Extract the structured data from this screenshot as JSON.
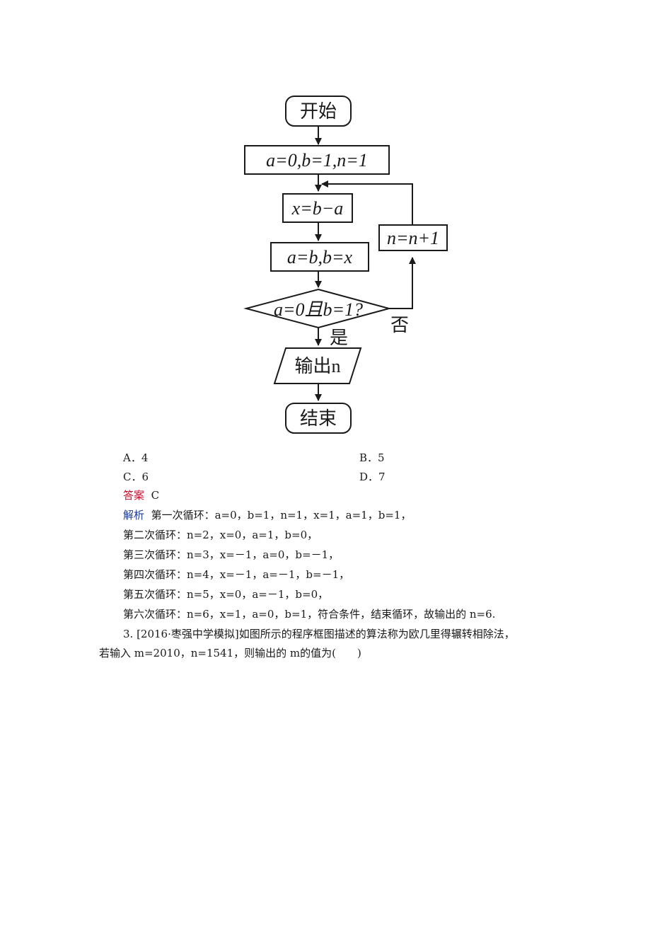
{
  "flowchart": {
    "start": "开始",
    "init": "a=0,b=1,n=1",
    "step_x": "x=b−a",
    "assign": "a=b,b=x",
    "condition": "a=0且b=1?",
    "increment": "n=n+1",
    "yes_label": "是",
    "no_label": "否",
    "output": "输出n",
    "end": "结束"
  },
  "options": [
    {
      "letter": "A．",
      "value": "4"
    },
    {
      "letter": "B．",
      "value": "5"
    },
    {
      "letter": "C．",
      "value": "6"
    },
    {
      "letter": "D．",
      "value": "7"
    }
  ],
  "answer": {
    "label": "答案",
    "value": "C"
  },
  "analysis": {
    "label": "解析",
    "lines": [
      "第一次循环：a=0，b=1，n=1，x=1，a=1，b=1，",
      "第二次循环：n=2，x=0，a=1，b=0，",
      "第三次循环：n=3，x=－1，a=0，b=－1，",
      "第四次循环：n=4，x=－1，a=－1，b=－1，",
      "第五次循环：n=5，x=0，a=－1，b=0，",
      "第六次循环：n=6，x=1，a=0，b=1，符合条件，结束循环，故输出的 n=6."
    ]
  },
  "question3": {
    "line1": "3. [2016·枣强中学模拟]如图所示的程序框图描述的算法称为欧几里得辗转相除法，",
    "line2": "若输入 m=2010，n=1541，则输出的 m的值为(　　)"
  }
}
